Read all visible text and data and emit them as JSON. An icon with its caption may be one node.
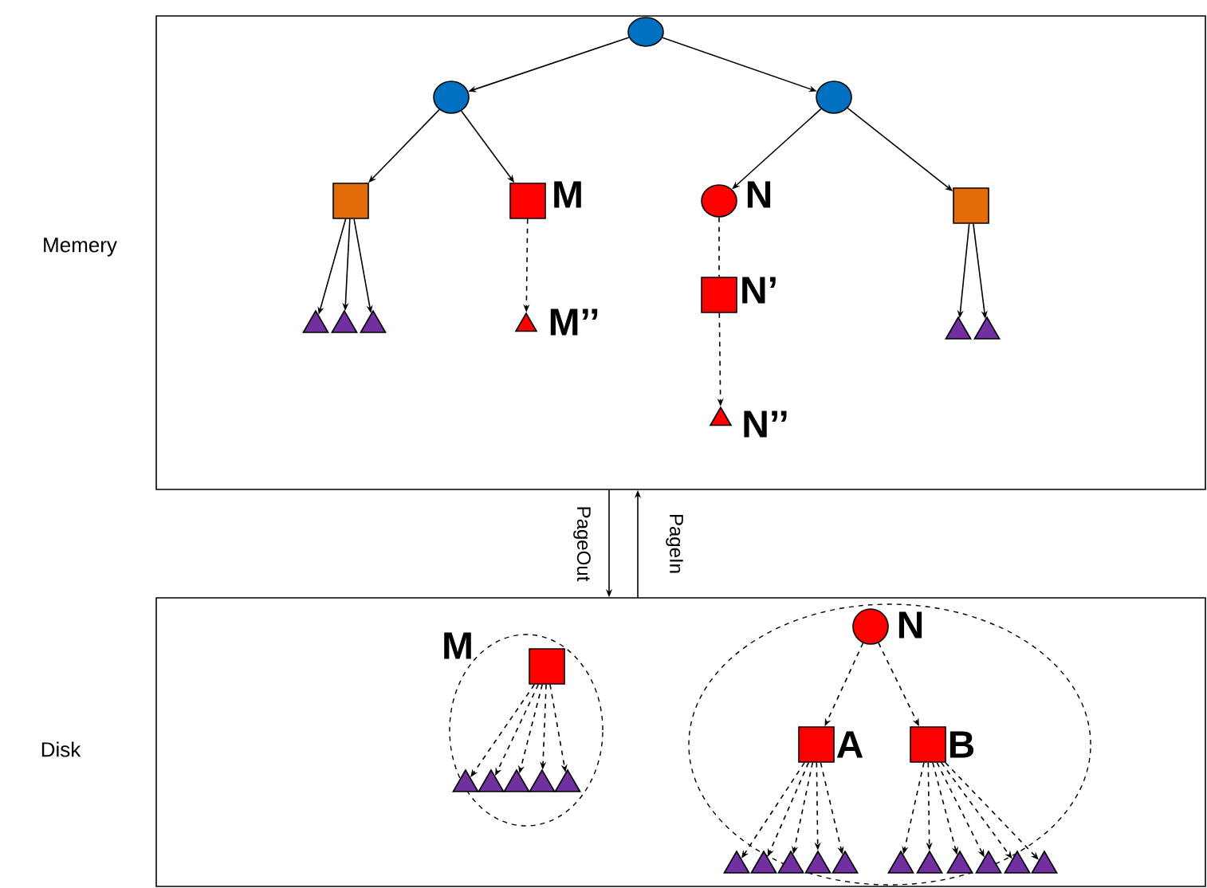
{
  "diagram": {
    "nodes": [
      {
        "text": [
          "Memery"
        ]
      },
      {
        "text": [],
        "shape": "circle",
        "in": 0
      },
      {
        "text": [],
        "shape": "circle",
        "in": 0
      },
      {
        "text": [],
        "shape": "circle",
        "in": 0
      },
      {
        "text": [],
        "shape": "box",
        "in": 0
      },
      {
        "text": [
          "M"
        ],
        "in": 0
      },
      {
        "text": [
          "N"
        ],
        "in": 0
      },
      {
        "text": [],
        "shape": "box",
        "in": 0
      },
      {
        "text": [],
        "shape": "triangle",
        "in": 0
      },
      {
        "text": [],
        "shape": "triangle",
        "in": 0
      },
      {
        "text": [],
        "shape": "triangle",
        "in": 0
      },
      {
        "text": [
          "M’’"
        ],
        "in": 0
      },
      {
        "text": [
          "N’"
        ],
        "in": 0
      },
      {
        "text": [
          "N’’"
        ],
        "in": 0
      },
      {
        "text": [],
        "shape": "triangle",
        "in": 0
      },
      {
        "text": [],
        "shape": "triangle",
        "in": 0
      },
      {
        "text": [
          "Disk"
        ]
      },
      {
        "text": [
          "M"
        ],
        "in": 16
      },
      {
        "text": [],
        "shape": "box",
        "in": 17
      },
      {
        "text": [],
        "shape": "triangle",
        "in": 17
      },
      {
        "text": [],
        "shape": "triangle",
        "in": 17
      },
      {
        "text": [],
        "shape": "triangle",
        "in": 17
      },
      {
        "text": [],
        "shape": "triangle",
        "in": 17
      },
      {
        "text": [],
        "shape": "triangle",
        "in": 17
      },
      {
        "text": [],
        "shape": "circle",
        "in": 16
      },
      {
        "text": [
          "N"
        ],
        "in": 24
      },
      {
        "text": [
          "A"
        ],
        "in": 24
      },
      {
        "text": [
          "B"
        ],
        "in": 24
      },
      {
        "text": [],
        "shape": "triangle",
        "in": 16
      },
      {
        "text": [],
        "shape": "triangle",
        "in": 16
      },
      {
        "text": [],
        "shape": "triangle",
        "in": 24
      },
      {
        "text": [],
        "shape": "triangle",
        "in": 24
      },
      {
        "text": [],
        "shape": "triangle",
        "in": 24
      },
      {
        "text": [],
        "shape": "triangle",
        "in": 24
      },
      {
        "text": [],
        "shape": "triangle",
        "in": 24
      },
      {
        "text": [],
        "shape": "triangle",
        "in": 24
      },
      {
        "text": [],
        "shape": "triangle",
        "in": 24
      },
      {
        "text": [],
        "shape": "triangle",
        "in": 16
      },
      {
        "text": [],
        "shape": "triangle",
        "in": 16
      }
    ],
    "edges": [
      {
        "from": 1,
        "to": 2,
        "arrow": "to"
      },
      {
        "from": 1,
        "to": 3,
        "arrow": "to"
      },
      {
        "from": 2,
        "to": 4,
        "arrow": "to"
      },
      {
        "from": 2,
        "to": 5,
        "arrow": "to"
      },
      {
        "from": 3,
        "to": 6,
        "arrow": "to"
      },
      {
        "from": 3,
        "to": 7,
        "arrow": "to"
      },
      {
        "from": 4,
        "to": 8,
        "arrow": "to"
      },
      {
        "from": 4,
        "to": 9,
        "arrow": "to"
      },
      {
        "from": 4,
        "to": 10,
        "arrow": "to"
      },
      {
        "from": 5,
        "to": 11,
        "arrow": "to",
        "style": "dashed"
      },
      {
        "from": 6,
        "to": 12,
        "arrow": "none",
        "style": "dashed"
      },
      {
        "from": 12,
        "to": 13,
        "arrow": "to",
        "style": "dashed"
      },
      {
        "from": 7,
        "to": 14,
        "arrow": "to"
      },
      {
        "from": 7,
        "to": 15,
        "arrow": "to"
      },
      {
        "from": 0,
        "to": 16,
        "arrow": "to",
        "label": "PageOut"
      },
      {
        "from": 16,
        "to": 0,
        "arrow": "to",
        "label": "PageIn"
      },
      {
        "from": 18,
        "to": 19,
        "arrow": "to",
        "style": "dashed"
      },
      {
        "from": 18,
        "to": 20,
        "arrow": "to",
        "style": "dashed"
      },
      {
        "from": 18,
        "to": 21,
        "arrow": "to",
        "style": "dashed"
      },
      {
        "from": 18,
        "to": 22,
        "arrow": "to",
        "style": "dashed"
      },
      {
        "from": 18,
        "to": 23,
        "arrow": "to",
        "style": "dashed"
      },
      {
        "from": 25,
        "to": 26,
        "arrow": "to",
        "style": "dashed"
      },
      {
        "from": 25,
        "to": 27,
        "arrow": "to",
        "style": "dashed"
      },
      {
        "from": 26,
        "to": 28,
        "arrow": "to",
        "style": "dashed"
      },
      {
        "from": 26,
        "to": 29,
        "arrow": "to",
        "style": "dashed"
      },
      {
        "from": 26,
        "to": 30,
        "arrow": "to",
        "style": "dashed"
      },
      {
        "from": 26,
        "to": 31,
        "arrow": "to",
        "style": "dashed"
      },
      {
        "from": 26,
        "to": 32,
        "arrow": "to",
        "style": "dashed"
      },
      {
        "from": 27,
        "to": 33,
        "arrow": "to",
        "style": "dashed"
      },
      {
        "from": 27,
        "to": 34,
        "arrow": "to",
        "style": "dashed"
      },
      {
        "from": 27,
        "to": 35,
        "arrow": "to",
        "style": "dashed"
      },
      {
        "from": 27,
        "to": 36,
        "arrow": "to",
        "style": "dashed"
      },
      {
        "from": 27,
        "to": 37,
        "arrow": "to",
        "style": "dashed"
      },
      {
        "from": 27,
        "to": 38,
        "arrow": "to",
        "style": "dashed"
      }
    ]
  }
}
